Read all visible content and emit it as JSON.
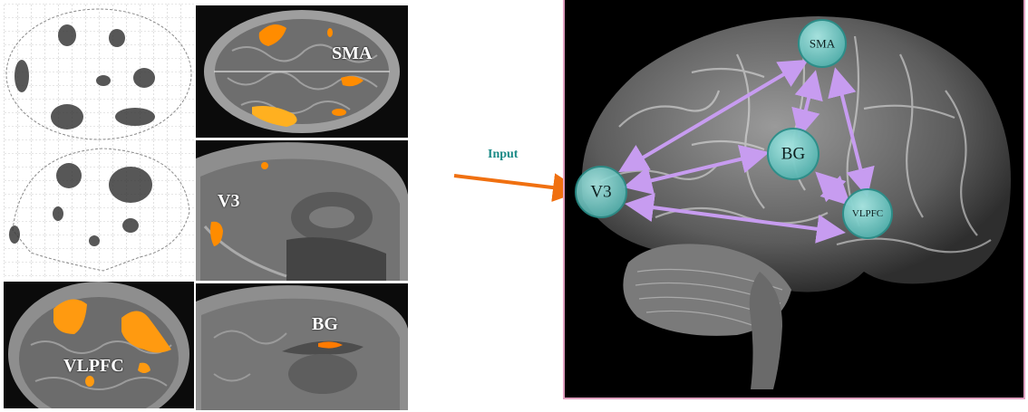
{
  "left_panels": {
    "axial_label": "SMA",
    "sagittal_label": "V3",
    "coronal_label": "VLPFC",
    "sagittal2_label": "BG"
  },
  "network": {
    "input_label": "Input",
    "nodes": [
      {
        "id": "sma",
        "label": "SMA"
      },
      {
        "id": "bg",
        "label": "BG"
      },
      {
        "id": "v3",
        "label": "V3"
      },
      {
        "id": "vlpfc",
        "label": "VLPFC"
      }
    ]
  },
  "colors": {
    "activation": "#ff8c00",
    "node_fill": "#66c8c4",
    "node_stroke": "#2a8f8a",
    "arrow": "#c79cf0",
    "input_arrow": "#f07010",
    "input_text": "#1a8a86",
    "frame_border": "#e0a0c0"
  }
}
